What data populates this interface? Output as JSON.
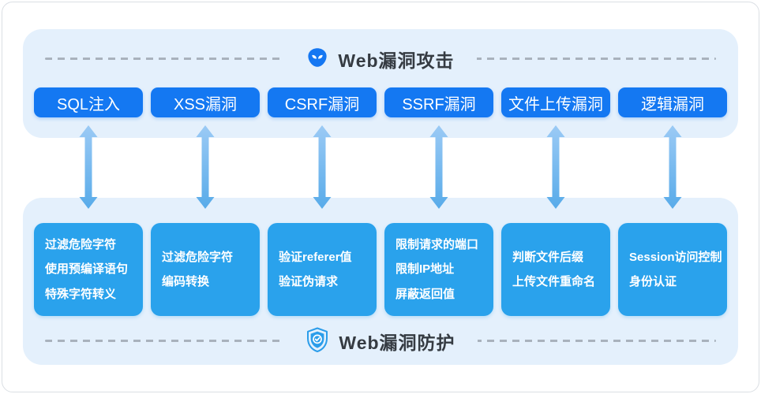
{
  "attack_section": {
    "title": "Web漏洞攻击",
    "icon": "alien-icon"
  },
  "defense_section": {
    "title": "Web漏洞防护",
    "icon": "shield-check-icon"
  },
  "columns": [
    {
      "attack": "SQL注入",
      "defenses": [
        "过滤危险字符",
        "使用预编译语句",
        "特殊字符转义"
      ]
    },
    {
      "attack": "XSS漏洞",
      "defenses": [
        "过滤危险字符",
        "编码转换"
      ]
    },
    {
      "attack": "CSRF漏洞",
      "defenses": [
        "验证referer值",
        "验证伪请求"
      ]
    },
    {
      "attack": "SSRF漏洞",
      "defenses": [
        "限制请求的端口",
        "限制IP地址",
        "屏蔽返回值"
      ]
    },
    {
      "attack": "文件上传漏洞",
      "defenses": [
        "判断文件后缀",
        "上传文件重命名"
      ]
    },
    {
      "attack": "逻辑漏洞",
      "defenses": [
        "Session访问控制",
        "身份认证"
      ]
    }
  ],
  "colors": {
    "attack_button": "#1478f2",
    "defense_box": "#2aa2ec",
    "panel_background": "#e4f0fc",
    "arrow_gradient_top": "#9bcaf5",
    "arrow_gradient_bottom": "#58abe9",
    "dash_line": "#9aa3ad",
    "title_text": "#353b42",
    "icon_blue": "#1577f2"
  }
}
